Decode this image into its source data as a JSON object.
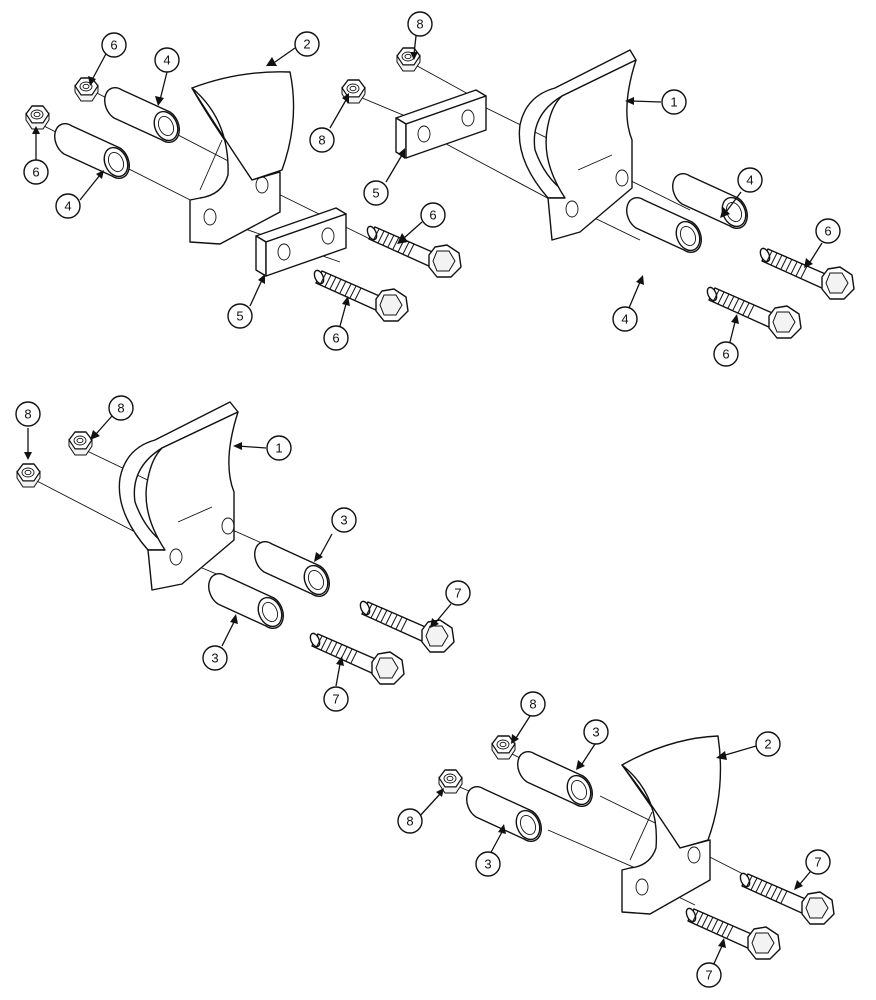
{
  "callouts": {
    "a1": "6",
    "a2": "4",
    "a3": "2",
    "a4": "6",
    "a5": "4",
    "a6": "5",
    "a7": "6",
    "a8": "6",
    "b1": "8",
    "b2": "8",
    "b3": "1",
    "b4": "5",
    "b5": "4",
    "b6": "6",
    "b7": "4",
    "b8": "6",
    "c1": "8",
    "c2": "8",
    "c3": "1",
    "c4": "3",
    "c5": "7",
    "c6": "3",
    "c7": "7",
    "d1": "8",
    "d2": "3",
    "d3": "2",
    "d4": "8",
    "d5": "3",
    "d6": "7",
    "d7": "7"
  }
}
